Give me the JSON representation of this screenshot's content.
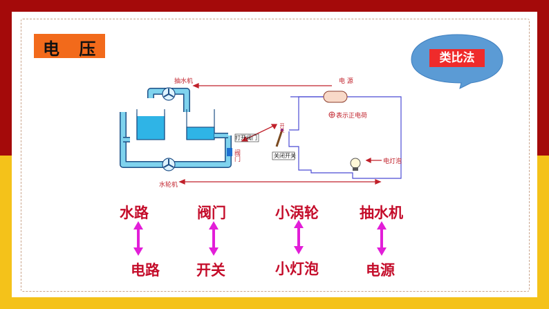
{
  "header": {
    "title": "电 压"
  },
  "bubble": {
    "label": "类比法"
  },
  "diagram": {
    "pump_label": "抽水机",
    "power_label": "电 源",
    "charge_label": "表示正电荷",
    "switch_label": "开关",
    "open_valve_label": "打开阀门",
    "valve_label": "阀门",
    "close_switch_label": "关闭开关",
    "bulb_label": "电灯泡",
    "turbine_label": "水轮机"
  },
  "analogies": [
    {
      "top": "水路",
      "bottom": "电路"
    },
    {
      "top": "阀门",
      "bottom": "开关"
    },
    {
      "top": "小涡轮",
      "bottom": "小灯泡"
    },
    {
      "top": "抽水机",
      "bottom": "电源"
    }
  ],
  "colors": {
    "accent": "#f26a1b",
    "text_red": "#c40c2a",
    "arrow": "#e21ed8",
    "bubble": "#5b9bd5",
    "frame_red": "#a40a0a",
    "frame_yellow": "#f4c21a"
  }
}
